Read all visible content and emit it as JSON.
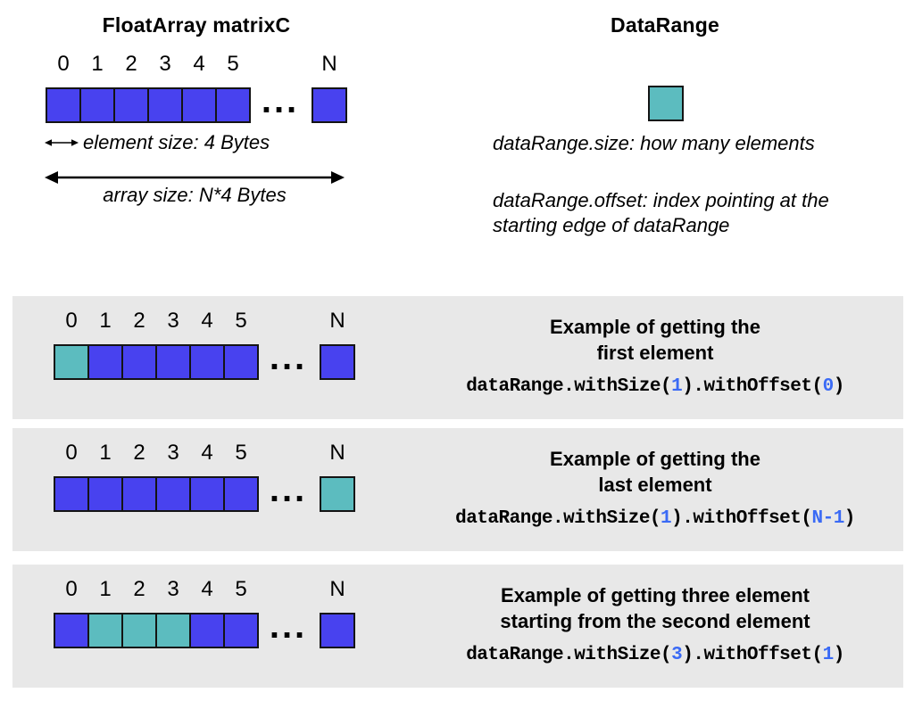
{
  "colors": {
    "cell_blue": "#4842ef",
    "cell_teal": "#5cbcbf",
    "panel_bg": "#e8e8e8",
    "code_number": "#3a6af5"
  },
  "shared": {
    "indices": [
      "0",
      "1",
      "2",
      "3",
      "4",
      "5"
    ],
    "n_label": "N",
    "ellipsis": "..."
  },
  "top_left": {
    "title": "FloatArray matrixC",
    "cells": [
      "blue",
      "blue",
      "blue",
      "blue",
      "blue",
      "blue"
    ],
    "n_cell": "blue",
    "element_size_label": "element size: 4 Bytes",
    "array_size_label": "array size: N*4 Bytes"
  },
  "top_right": {
    "title": "DataRange",
    "cell": "teal",
    "size_note": "dataRange.size: how many elements",
    "offset_note_line1": "dataRange.offset: index pointing at the",
    "offset_note_line2": "starting edge of dataRange"
  },
  "panels": [
    {
      "cells": [
        "teal",
        "blue",
        "blue",
        "blue",
        "blue",
        "blue"
      ],
      "n_cell": "blue",
      "heading_line1": "Example of getting the",
      "heading_line2": "first element",
      "code_prefix": "dataRange.withSize(",
      "code_size": "1",
      "code_mid": ").withOffset(",
      "code_offset": "0",
      "code_suffix": ")"
    },
    {
      "cells": [
        "blue",
        "blue",
        "blue",
        "blue",
        "blue",
        "blue"
      ],
      "n_cell": "teal",
      "heading_line1": "Example of getting the",
      "heading_line2": "last element",
      "code_prefix": "dataRange.withSize(",
      "code_size": "1",
      "code_mid": ").withOffset(",
      "code_offset": "N-1",
      "code_suffix": ")"
    },
    {
      "cells": [
        "blue",
        "teal",
        "teal",
        "teal",
        "blue",
        "blue"
      ],
      "n_cell": "blue",
      "heading_line1": "Example of getting three element",
      "heading_line2": "starting from the second element",
      "code_prefix": "dataRange.withSize(",
      "code_size": "3",
      "code_mid": ").withOffset(",
      "code_offset": "1",
      "code_suffix": ")"
    }
  ]
}
